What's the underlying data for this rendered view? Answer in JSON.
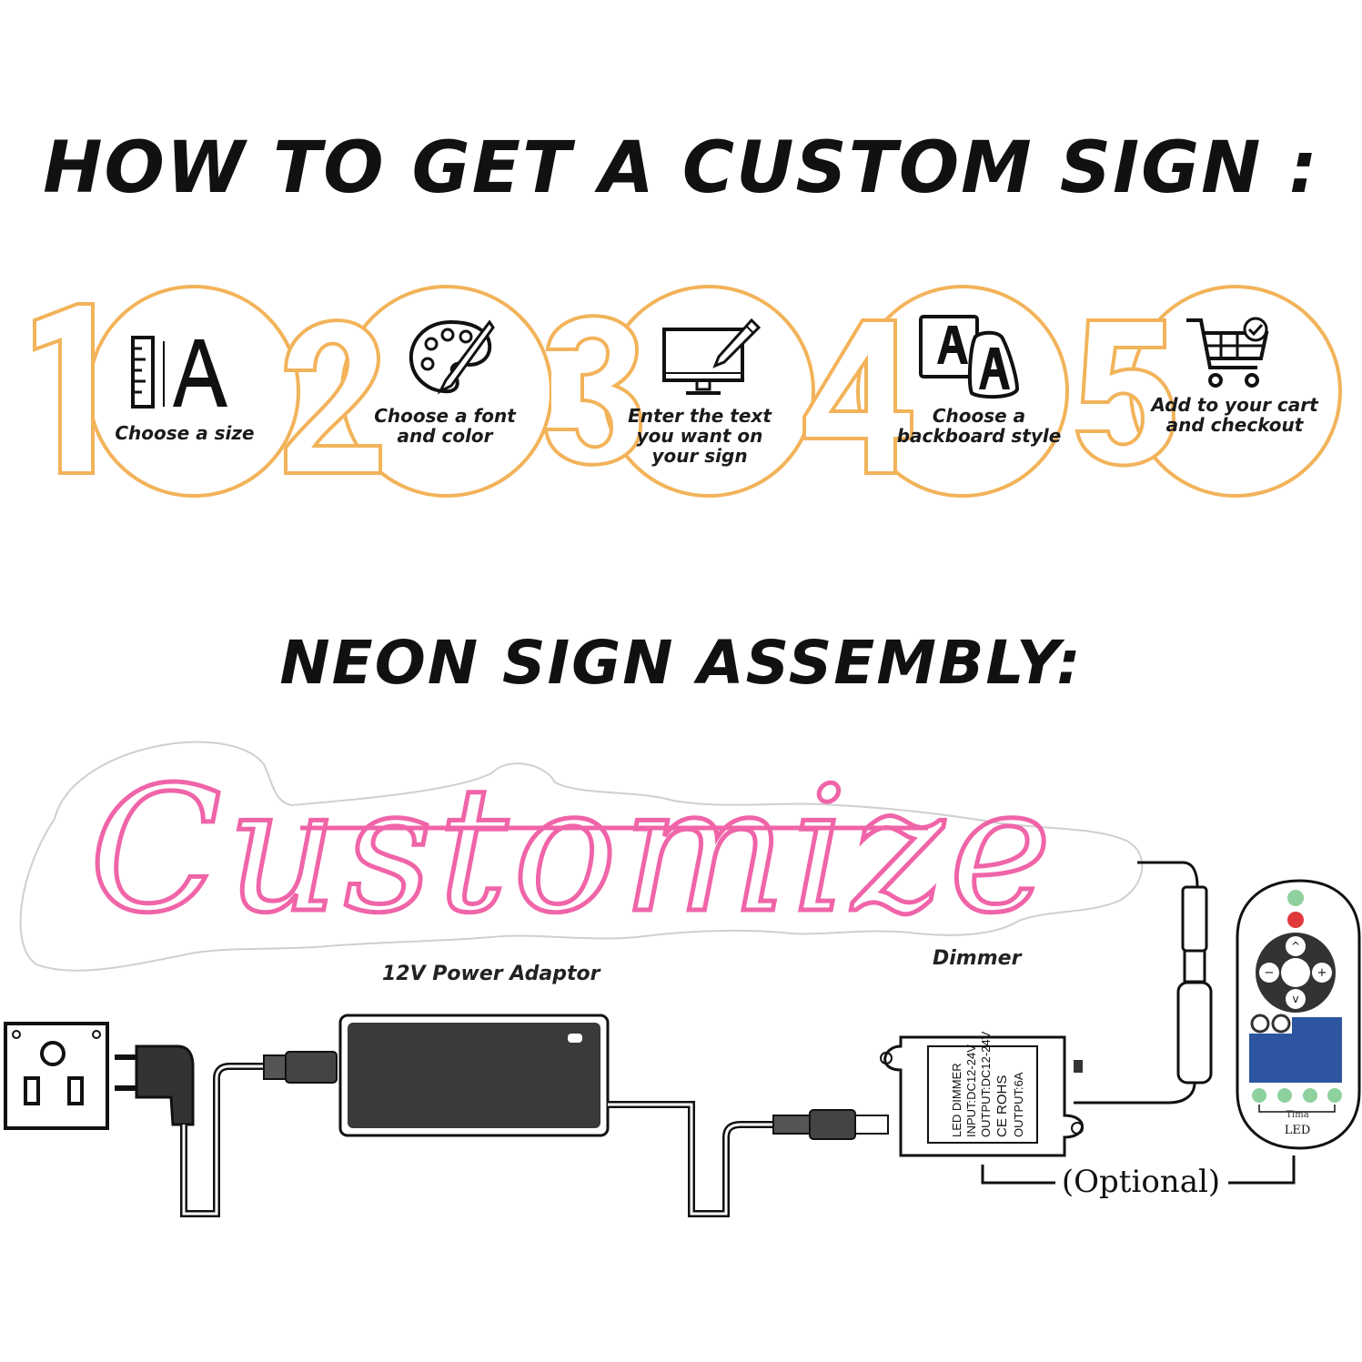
{
  "title": "HOW TO GET A CUSTOM SIGN :",
  "steps": [
    {
      "number": "1",
      "label": "Choose a size",
      "icon": "ruler-letter-icon"
    },
    {
      "number": "2",
      "label": "Choose a font and color",
      "icon": "palette-icon"
    },
    {
      "number": "3",
      "label": "Enter the text you want on your sign",
      "icon": "monitor-pen-icon"
    },
    {
      "number": "4",
      "label": "Choose a backboard style",
      "icon": "backboard-letters-icon"
    },
    {
      "number": "5",
      "label": "Add to your cart and checkout",
      "icon": "shopping-cart-icon"
    }
  ],
  "assembly": {
    "title": "NEON SIGN ASSEMBLY:",
    "sign_text": "Customize",
    "power_label": "12V Power Adaptor",
    "dimmer_label": "Dimmer",
    "optional_label": "(Optional)",
    "dimmer_box_text": [
      "LED DIMMER",
      "INPUT:DC12-24V",
      "OUTPUT:DC12-24V",
      "CE ROHS",
      "OUTPUT:6A"
    ],
    "remote_brand": "Tlma",
    "remote_led": "LED"
  },
  "colors": {
    "accent_orange": "#F2B35A",
    "neon_pink": "#F064A8",
    "text_dark": "#111111",
    "remote_blue": "#2E56A0",
    "remote_green": "#8FD19E",
    "remote_red": "#E0393B"
  }
}
